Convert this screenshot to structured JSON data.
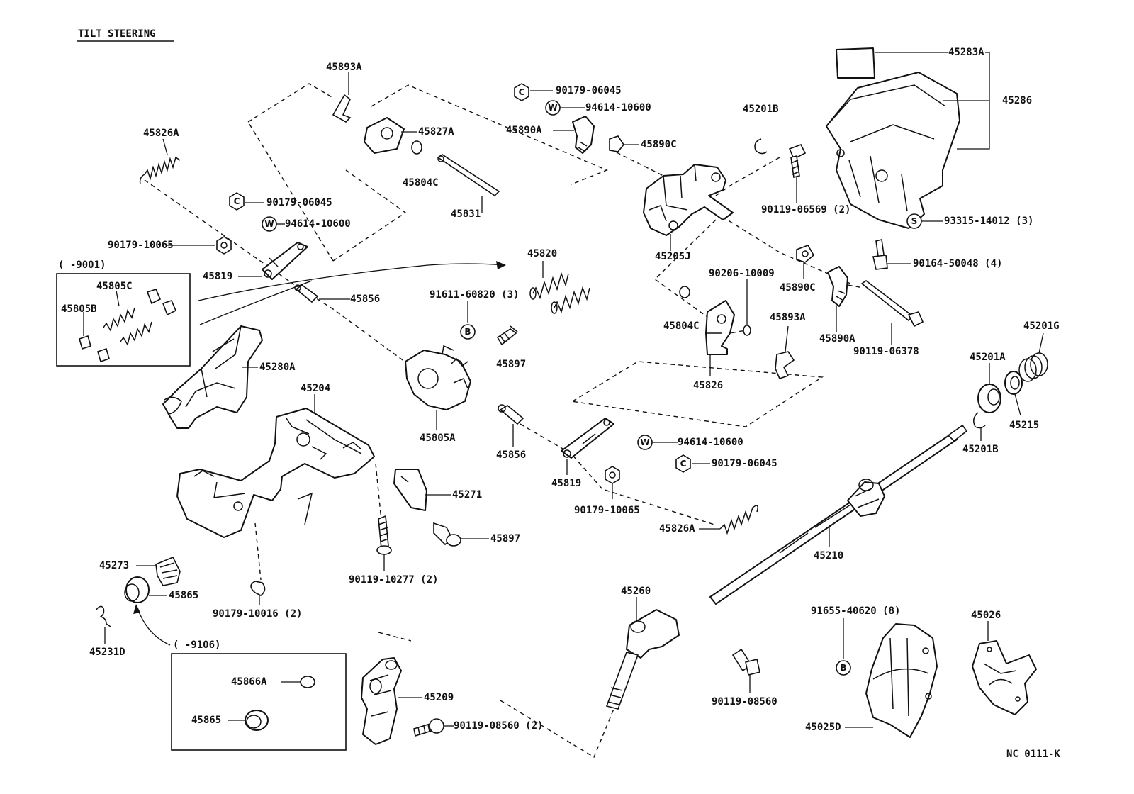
{
  "title": "TILT STEERING",
  "diagram_code": "NC 0111-K",
  "symbol_letters": {
    "washer": "W",
    "bolt": "B",
    "screw": "S"
  },
  "box_ranges": {
    "upper_left": "(      -9001)",
    "lower_left": "(        -9106)"
  },
  "labels": {
    "p45893A_top": "45893A",
    "p45827A": "45827A",
    "p45804C_top": "45804C",
    "p45831": "45831",
    "p45826A_left": "45826A",
    "n90179_06045_a": "90179-06045",
    "w94614_10600_a": "94614-10600",
    "n90179_10065_a": "90179-10065",
    "p45819_a": "45819",
    "p45856_a": "45856",
    "p45805C": "45805C",
    "p45805B": "45805B",
    "p45280A": "45280A",
    "p45204": "45204",
    "n90179_06045_b": "90179-06045",
    "w94614_10600_b": "94614-10600",
    "p45890A_top": "45890A",
    "p45890C_top": "45890C",
    "p45820": "45820",
    "b91611_60820": "91611-60820 (3)",
    "p45897_a": "45897",
    "p45805A": "45805A",
    "p45201B_top": "45201B",
    "p45205J": "45205J",
    "n90119_06569": "90119-06569 (2)",
    "p45283A": "45283A",
    "p45286": "45286",
    "s93315_14012": "93315-14012 (3)",
    "n90164_50048": "90164-50048 (4)",
    "n90206_10009": "90206-10009",
    "p45890C_mid": "45890C",
    "p45804C_mid": "45804C",
    "p45893A_mid": "45893A",
    "p45890A_mid": "45890A",
    "n90119_06378": "90119-06378",
    "p45826": "45826",
    "p45201G": "45201G",
    "p45201A": "45201A",
    "p45215": "45215",
    "p45201B_mid": "45201B",
    "p45856_b": "45856",
    "p45819_b": "45819",
    "w94614_10600_c": "94614-10600",
    "n90179_06045_c": "90179-06045",
    "n90179_10065_b": "90179-10065",
    "p45826A_mid": "45826A",
    "p45271": "45271",
    "p45897_b": "45897",
    "n90119_10277": "90119-10277 (2)",
    "p45273": "45273",
    "p45865_a": "45865",
    "n90179_10016": "90179-10016 (2)",
    "p45231D": "45231D",
    "p45866A": "45866A",
    "p45865_b": "45865",
    "p45209": "45209",
    "n90119_08560_a": "90119-08560 (2)",
    "p45260": "45260",
    "n90119_08560_b": "90119-08560",
    "p45210": "45210",
    "b91655_40620": "91655-40620 (8)",
    "p45026": "45026",
    "p45025D": "45025D"
  }
}
